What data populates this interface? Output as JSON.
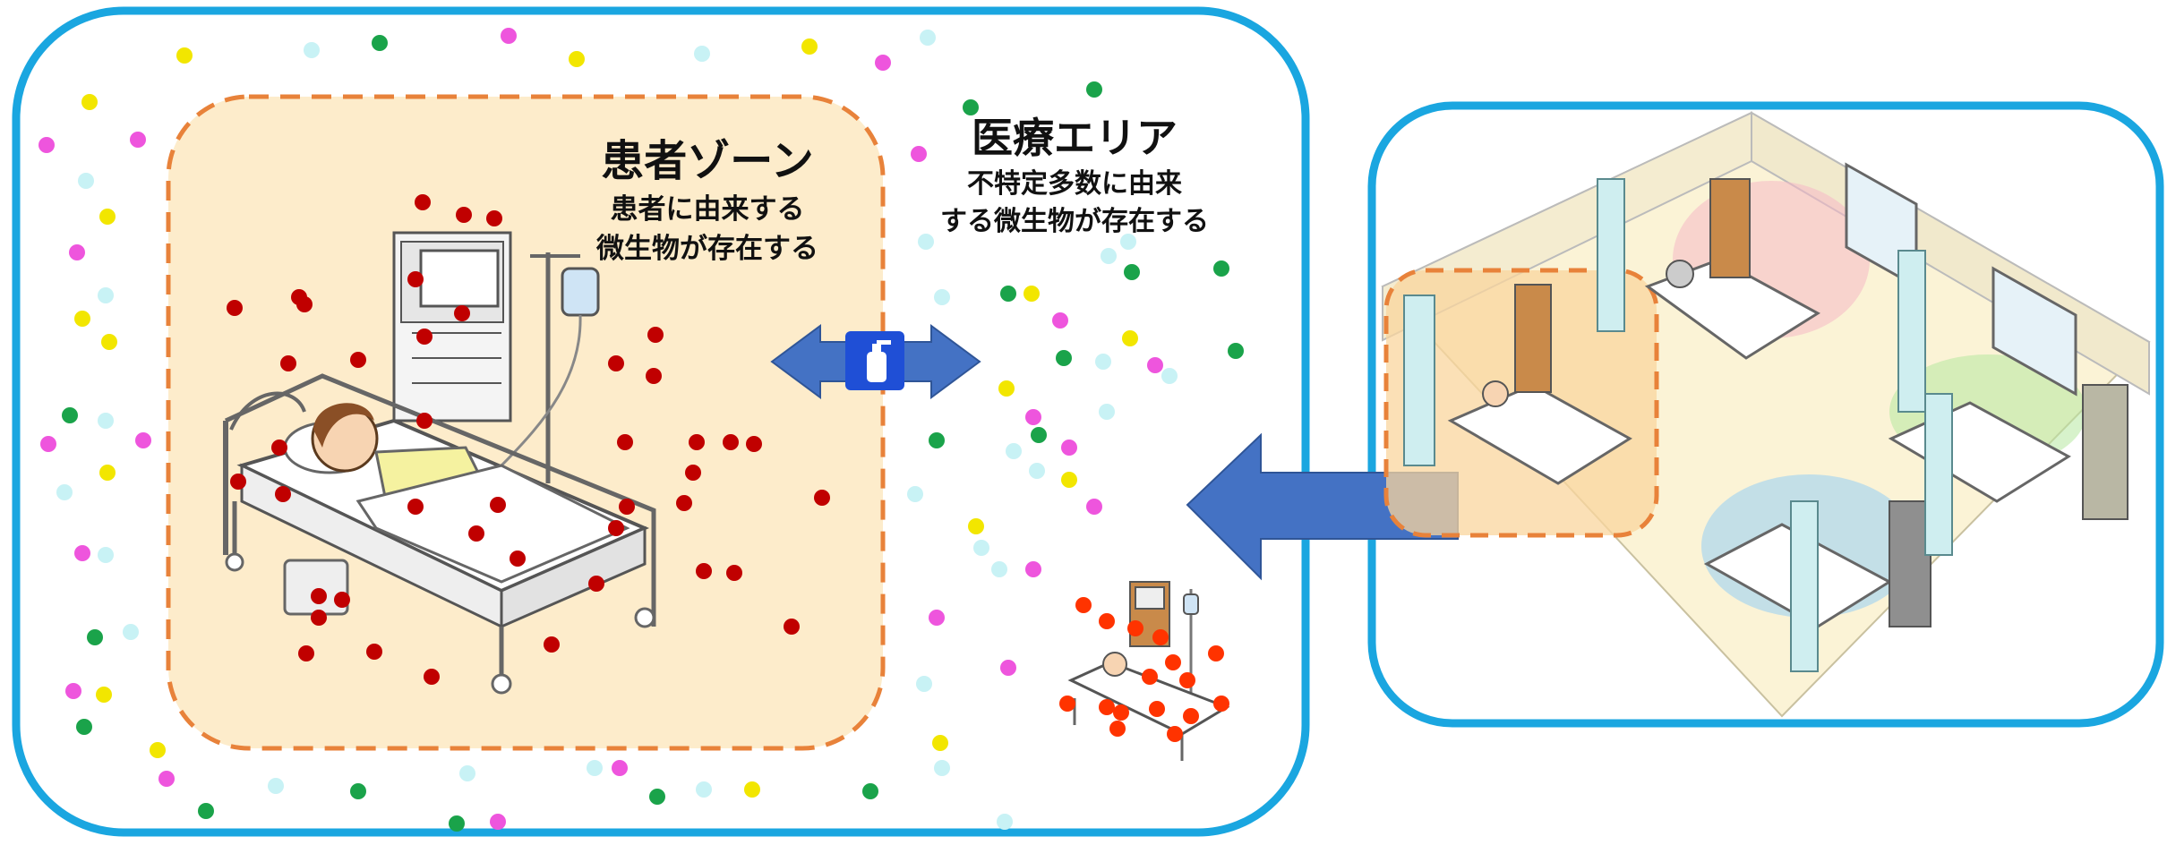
{
  "patient_zone": {
    "title": "患者ゾーン",
    "desc_line1": "患者に由来する",
    "desc_line2": "微生物が存在する"
  },
  "medical_area": {
    "title": "医療エリア",
    "desc_line1": "不特定多数に由来",
    "desc_line2": "する微生物が存在する"
  },
  "colors": {
    "frame": "#1aa6e0",
    "zone_fill": "#fdeccb",
    "zone_border": "#e8823a",
    "arrow": "#4472c4",
    "sanitizer": "#1f4fd6",
    "microbe_patient": "#c00000",
    "microbe_red": "#ff3300",
    "microbe_green": "#1aa34a",
    "microbe_yellow": "#f2e600",
    "microbe_pink": "#ee55dd",
    "microbe_cyan": "#c8f2f5"
  },
  "icons": [
    "sanitizer-bottle-icon",
    "hospital-bed-icon",
    "iv-drip-icon",
    "patient-icon"
  ]
}
